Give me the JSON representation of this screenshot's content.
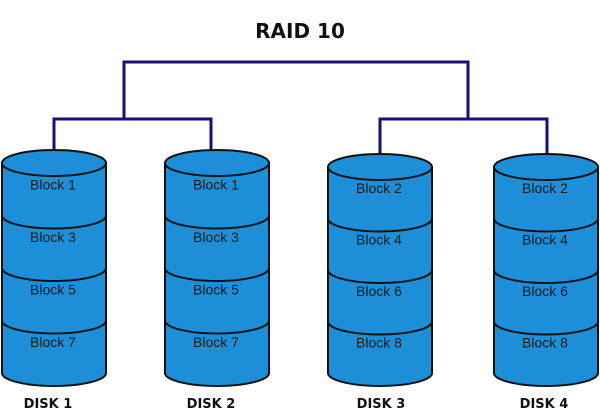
{
  "title": "RAID 10",
  "colors": {
    "connector": "#14127a",
    "cylinder_fill": "#1d8fd8",
    "cylinder_stroke": "#111111"
  },
  "disks": [
    {
      "label": "DISK 1",
      "blocks": [
        "Block 1",
        "Block 3",
        "Block 5",
        "Block 7"
      ]
    },
    {
      "label": "DISK 2",
      "blocks": [
        "Block 1",
        "Block 3",
        "Block 5",
        "Block 7"
      ]
    },
    {
      "label": "DISK 3",
      "blocks": [
        "Block 2",
        "Block 4",
        "Block 6",
        "Block 8"
      ]
    },
    {
      "label": "DISK 4",
      "blocks": [
        "Block 2",
        "Block 4",
        "Block 6",
        "Block 8"
      ]
    }
  ]
}
